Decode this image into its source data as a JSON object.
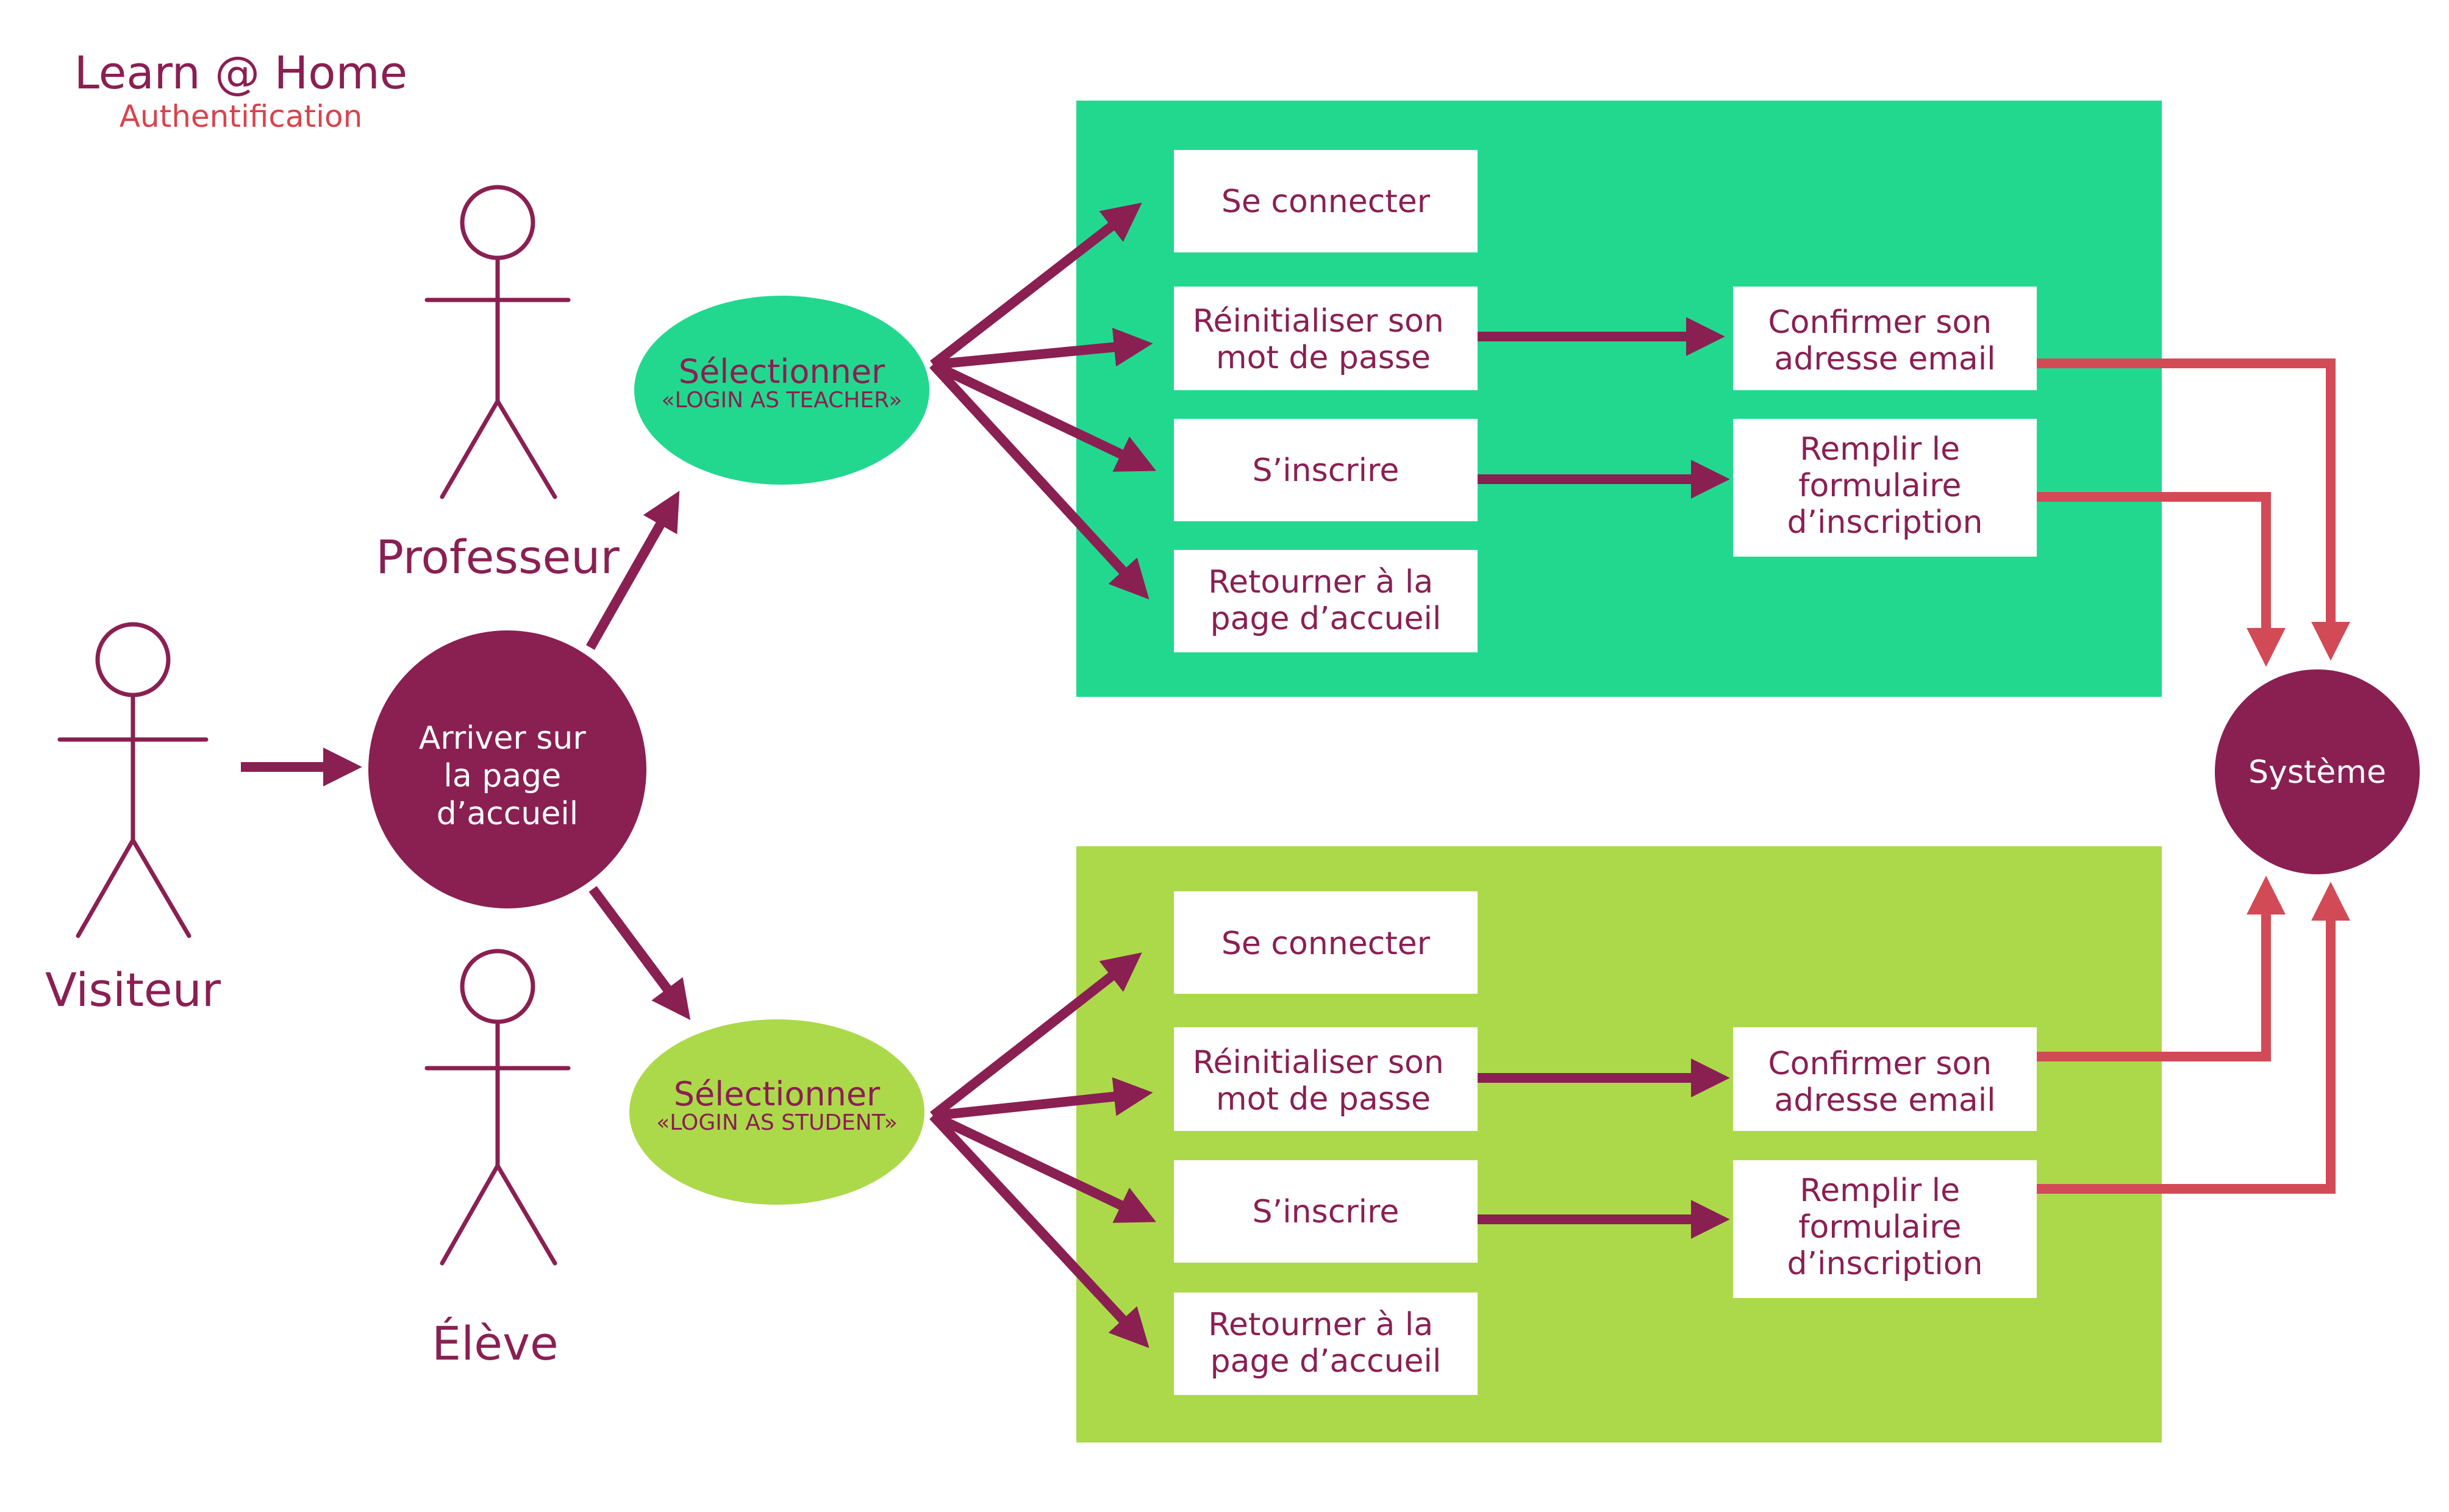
{
  "title": "Learn @ Home",
  "subtitle": "Authentification",
  "actors": {
    "visitor": "Visiteur",
    "teacher": "Professeur",
    "student": "Élève"
  },
  "nodes": {
    "arrive": [
      "Arriver sur",
      "la page",
      "d’accueil"
    ],
    "system": "Système",
    "select_teacher": {
      "title": "Sélectionner",
      "sub": "«LOGIN AS TEACHER»"
    },
    "select_student": {
      "title": "Sélectionner",
      "sub": "«LOGIN AS STUDENT»"
    }
  },
  "teacher_panel": {
    "login": [
      "Se connecter"
    ],
    "reset": [
      "Réinitialiser son",
      "mot de passe"
    ],
    "signup": [
      "S’inscrire"
    ],
    "back": [
      "Retourner à la",
      "page d’accueil"
    ],
    "confirm_email": [
      "Confirmer son",
      "adresse email"
    ],
    "fill_form": [
      "Remplir le",
      "formulaire",
      "d’inscription"
    ]
  },
  "student_panel": {
    "login": [
      "Se connecter"
    ],
    "reset": [
      "Réinitialiser son",
      "mot de passe"
    ],
    "signup": [
      "S’inscrire"
    ],
    "back": [
      "Retourner à la",
      "page d’accueil"
    ],
    "confirm_email": [
      "Confirmer son",
      "adresse email"
    ],
    "fill_form": [
      "Remplir le",
      "formulaire",
      "d’inscription"
    ]
  },
  "colors": {
    "primary": "#8a1f52",
    "accent": "#d24a56",
    "teacher_panel": "#22d88f",
    "student_panel": "#acd94a",
    "box": "#ffffff"
  }
}
